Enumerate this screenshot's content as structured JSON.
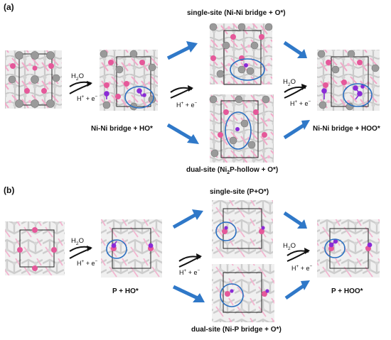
{
  "panels": {
    "a": {
      "tag": "(a)",
      "single_site_label": "single-site (Ni-Ni bridge + O*)",
      "dual_site_label_pre": "dual-site (Ni",
      "dual_site_label_sub": "2",
      "dual_site_label_post": "P-hollow + O*)",
      "intermediate_label": "Ni-Ni bridge + HO*",
      "final_label": "Ni-Ni bridge + HOO*"
    },
    "b": {
      "tag": "(b)",
      "single_site_label": "single-site (P+O*)",
      "dual_site_label": "dual-site (Ni-P bridge + O*)",
      "intermediate_label": "P + HO*",
      "final_label": "P + HOO*"
    }
  },
  "reactions": {
    "water_pre": "H",
    "water_sub": "2",
    "water_post": "O",
    "proton_pre": "H",
    "proton_sup": "+",
    "proton_mid": " + e",
    "proton_sup2": "−"
  },
  "colors": {
    "ni_atom": "#9a9a9a",
    "p_atom": "#e5589a",
    "o_atom": "#8a2bd6",
    "arrow_blue": "#2f78c8",
    "highlight_ring": "#2a6fc0",
    "lattice_bg": "#efefef"
  }
}
